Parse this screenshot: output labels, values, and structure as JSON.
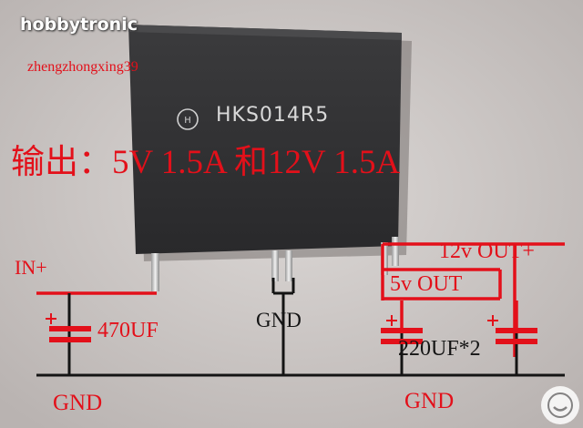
{
  "watermark": "hobbytronic",
  "seller": "zhengzhongxing39",
  "module": {
    "model": "HKS014R5"
  },
  "spec_line": "输出：5V 1.5A 和12V 1.5A",
  "labels": {
    "in": "IN+",
    "cap_in": "470UF",
    "gnd_mid": "GND",
    "out_12v": "12v OUT+",
    "out_5v": "5v OUT",
    "cap_out": "220UF*2",
    "gnd_left": "GND",
    "gnd_right": "GND",
    "plus": "+"
  },
  "colors": {
    "annotation_red": "#e3101a",
    "wire_black": "#141414",
    "module_body": "#2f2f31"
  },
  "icons": [
    "logo-icon",
    "bazar-logo-icon"
  ]
}
